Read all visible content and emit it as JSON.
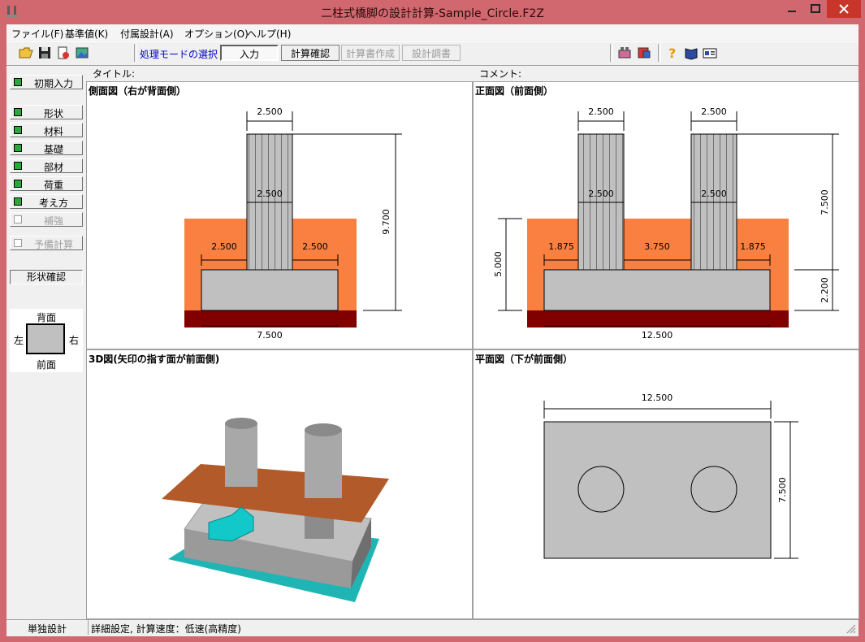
{
  "window": {
    "title": "二柱式橋脚の設計計算-Sample_Circle.F2Z"
  },
  "menu": [
    "ファイル(F)",
    "基準値(K)",
    "付属設計(A)",
    "オプション(O)",
    "ヘルプ(H)"
  ],
  "toolbar": {
    "mode_label": "処理モードの選択",
    "modes": [
      {
        "label": "入力",
        "state": "pressed"
      },
      {
        "label": "計算確認",
        "state": "normal"
      },
      {
        "label": "計算書作成",
        "state": "disabled"
      },
      {
        "label": "設計調書",
        "state": "disabled"
      }
    ]
  },
  "sidebar": {
    "initial": "初期入力",
    "items": [
      {
        "label": "形状",
        "checked": true,
        "enabled": true
      },
      {
        "label": "材料",
        "checked": true,
        "enabled": true
      },
      {
        "label": "基礎",
        "checked": true,
        "enabled": true
      },
      {
        "label": "部材",
        "checked": true,
        "enabled": true
      },
      {
        "label": "荷重",
        "checked": true,
        "enabled": true
      },
      {
        "label": "考え方",
        "checked": true,
        "enabled": true
      },
      {
        "label": "補強",
        "checked": false,
        "enabled": false
      }
    ],
    "extra": "予備計算",
    "shape_check": "形状確認",
    "orientation": {
      "top": "背面",
      "left": "左",
      "right": "右",
      "bottom": "前面"
    }
  },
  "fields": {
    "title_label": "タイトル:",
    "comment_label": "コメント:"
  },
  "panels": {
    "side_view": {
      "title": "側面図（右が背面側）",
      "dims": {
        "col_top": "2.500",
        "col_mid": "2.500",
        "left": "2.500",
        "right": "2.500",
        "base": "7.500",
        "height": "9.700"
      }
    },
    "front_view": {
      "title": "正面図（前面側）",
      "dims": {
        "col1_top": "2.500",
        "col2_top": "2.500",
        "col1_mid": "2.500",
        "col2_mid": "2.500",
        "left": "1.875",
        "middle": "3.750",
        "right": "1.875",
        "base": "12.500",
        "upper": "7.500",
        "footing": "2.200",
        "ground": "5.000"
      }
    },
    "view_3d": {
      "title": "3D図(矢印の指す面が前面側)"
    },
    "plan_view": {
      "title": "平面図（下が前面側）",
      "dims": {
        "width": "12.500",
        "depth": "7.500"
      }
    }
  },
  "status": {
    "mode": "単独設計",
    "message": "詳細設定, 計算速度：低速(高精度)"
  },
  "colors": {
    "soil": "#f98040",
    "footing_bottom": "#800000",
    "footing": "#c0c0c0",
    "column": "#c0c0c0",
    "water": "#1fb5b5",
    "deck": "#b25a2a"
  }
}
